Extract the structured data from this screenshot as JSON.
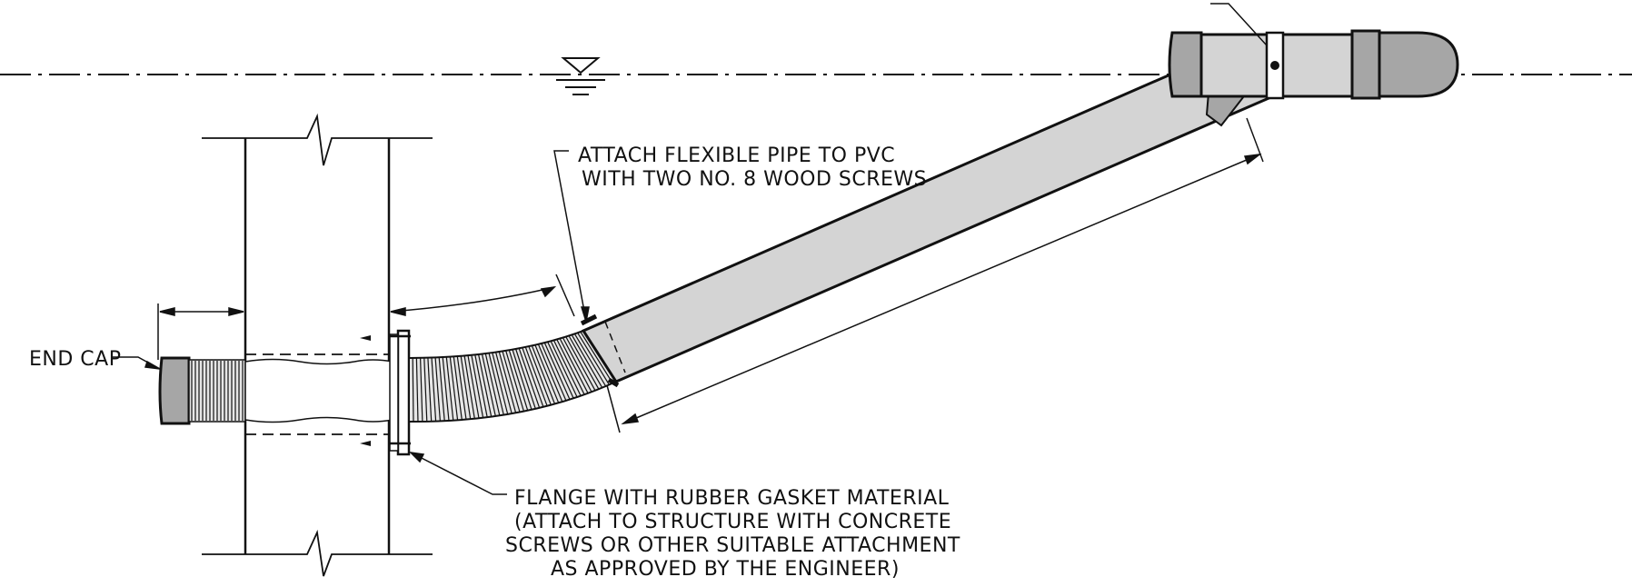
{
  "colors": {
    "line": "#111111",
    "pipe_fill": "#d4d4d4",
    "cap_fill": "#a6a6a6",
    "corrugated_fill": "#e6e6e6"
  },
  "labels": {
    "end_cap": "END CAP",
    "attach_note": [
      "ATTACH FLEXIBLE PIPE TO PVC",
      "WITH TWO NO. 8 WOOD SCREWS"
    ],
    "flange_note": [
      "FLANGE WITH RUBBER GASKET MATERIAL",
      "(ATTACH TO STRUCTURE WITH CONCRETE",
      "SCREWS OR OTHER SUITABLE ATTACHMENT",
      "AS APPROVED BY THE ENGINEER)"
    ]
  },
  "symbols": {
    "water_surface": "water-level-icon"
  }
}
